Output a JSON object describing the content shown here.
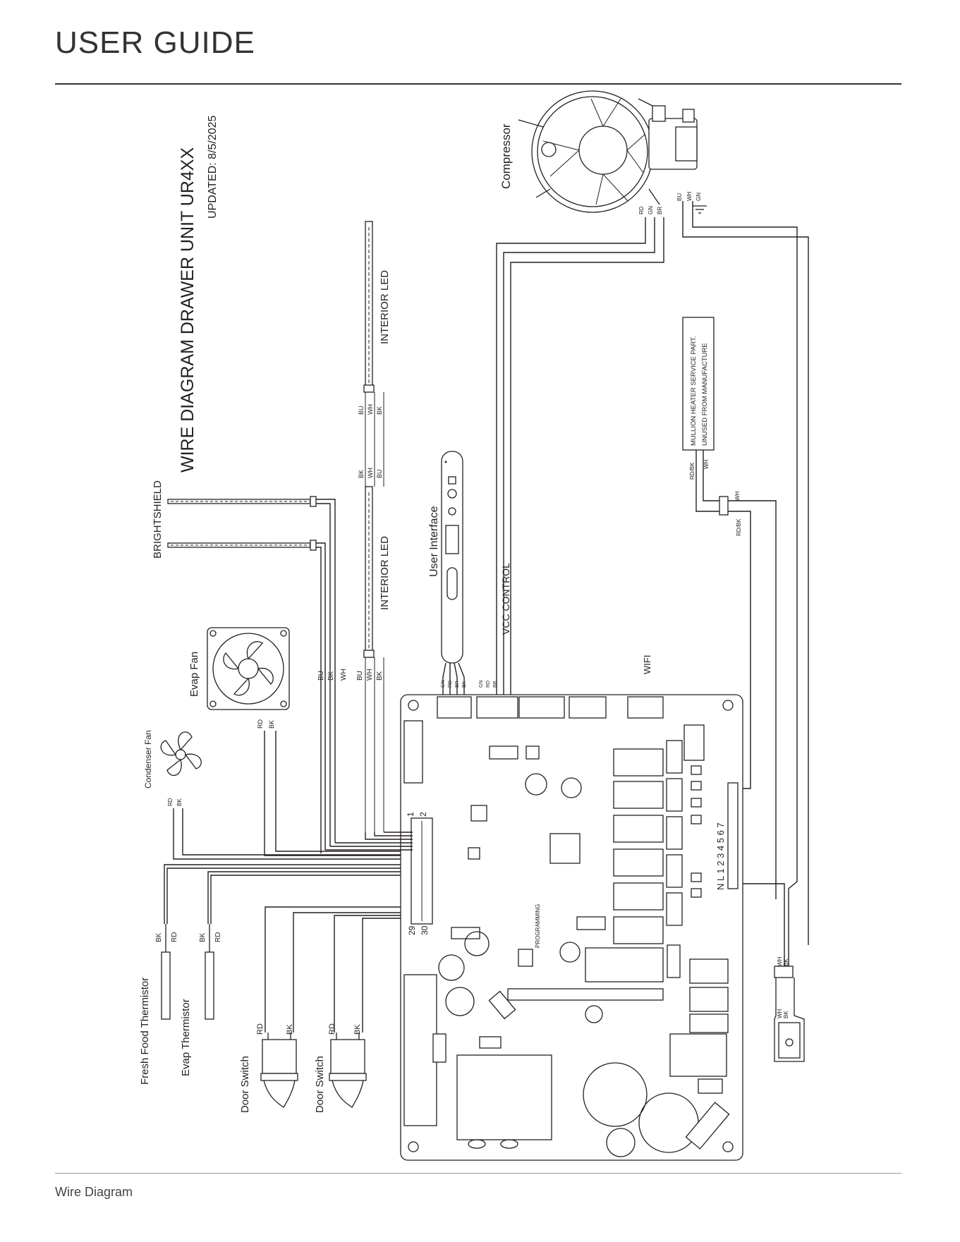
{
  "header": {
    "title": "USER GUIDE"
  },
  "footer": {
    "label": "Wire Diagram"
  },
  "diagram": {
    "title": "WIRE DIAGRAM DRAWER UNIT UR4XX",
    "updated": "UPDATED: 8/5/2025",
    "components": {
      "compressor": "Compressor",
      "brightshield": "BRIGHTSHIELD",
      "interior_led_top": "INTERIOR LED",
      "interior_led_mid": "INTERIOR LED",
      "user_interface": "User Interface",
      "vcc_control": "VCC CONTROL",
      "evap_fan": "Evap Fan",
      "condenser_fan": "Condenser Fan",
      "wifi": "WIFI",
      "fresh_food_thermistor": "Fresh Food Thermistor",
      "evap_thermistor": "Evap Thermistor",
      "door_switch_1": "Door Switch",
      "door_switch_2": "Door Switch",
      "mullion_note_1": "MULLION HEATER SERVICE PART.",
      "mullion_note_2": "UNUSED FROM MANUFACTURE",
      "programming": "PROGRAMMING"
    },
    "wire_colors": {
      "compressor_left": [
        "RD",
        "GN",
        "BR"
      ],
      "compressor_right": [
        "BU",
        "WH",
        "GN"
      ],
      "led_top_a": [
        "BU",
        "WH",
        "BK"
      ],
      "led_top_b": [
        "BK",
        "WH",
        "BU"
      ],
      "mullion": [
        "RD/BK",
        "WH"
      ],
      "splice": [
        "WH",
        "RD/BK"
      ],
      "led_harness": [
        "BU",
        "BK",
        "WH"
      ],
      "led_harness_2": [
        "BU",
        "WH",
        "BK"
      ],
      "ui_conn": [
        "GN",
        "RD",
        "BR",
        "BK"
      ],
      "vcc_conn": [
        "GN",
        "RD",
        "BR"
      ],
      "evap_fan": [
        "RD",
        "BK"
      ],
      "condenser_fan": [
        "RD",
        "BK"
      ],
      "fresh_food": [
        "BK",
        "RD"
      ],
      "evap_therm": [
        "BK",
        "RD"
      ],
      "door1": [
        "RD",
        "BK"
      ],
      "door2": [
        "RD",
        "BK"
      ],
      "power_a": [
        "WH",
        "BK"
      ],
      "power_b": [
        "WH",
        "BK"
      ]
    },
    "pins": {
      "p1": "1",
      "p2": "2",
      "p29": "29",
      "p30": "30",
      "relay_pins": "N  L  1  2  3  4  5  6  7"
    }
  }
}
